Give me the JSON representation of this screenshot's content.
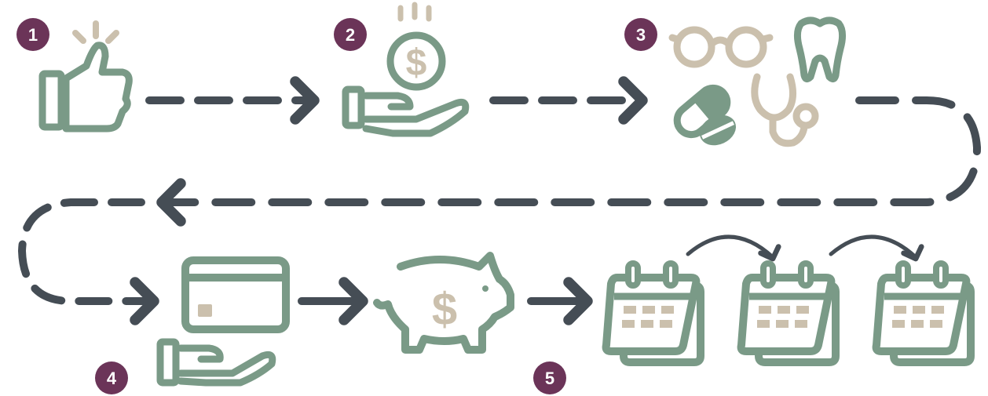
{
  "colors": {
    "green": "#7a9a87",
    "beige": "#cbc0ad",
    "arrow": "#454d55",
    "badge": "#6b3458",
    "badge_text": "#ffffff"
  },
  "steps": [
    {
      "number": "1",
      "icon": "thumbs-up-icon"
    },
    {
      "number": "2",
      "icon": "hand-with-dollar-coin-icon"
    },
    {
      "number": "3",
      "icon": "health-benefits-icon"
    },
    {
      "number": "4",
      "icon": "hand-with-credit-card-icon"
    },
    {
      "number": "5",
      "icon": "recurring-calendar-icon"
    }
  ],
  "icons": {
    "savings": "piggy-bank-dollar-icon",
    "glasses": "eyeglasses-icon",
    "tooth": "tooth-icon",
    "pills": "pills-icon",
    "stethoscope": "stethoscope-icon",
    "calendar": "calendar-icon"
  },
  "coin_symbol": "$"
}
